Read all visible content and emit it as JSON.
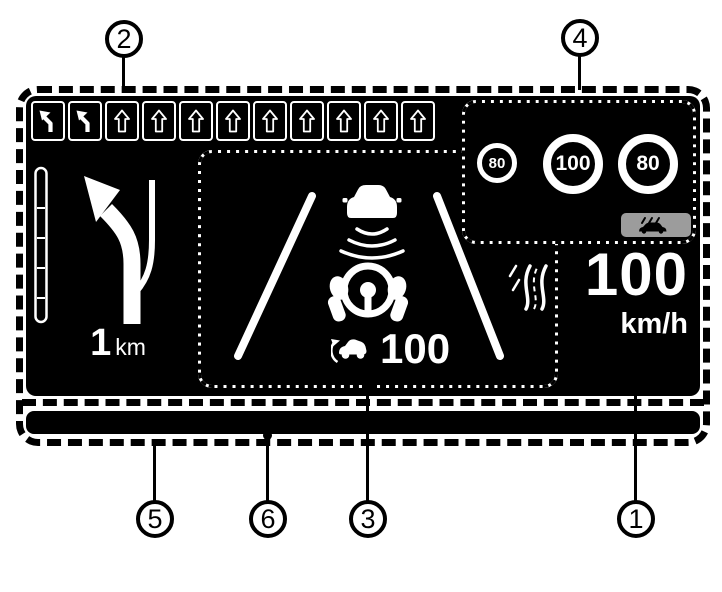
{
  "callouts": [
    "1",
    "2",
    "3",
    "4",
    "5",
    "6"
  ],
  "display": {
    "lane_guidance": {
      "arrows": [
        "fork-left",
        "fork-left",
        "straight",
        "straight",
        "straight",
        "straight",
        "straight",
        "straight",
        "straight",
        "straight",
        "straight"
      ]
    },
    "navigation": {
      "distance": "1",
      "unit": "km"
    },
    "assist": {
      "set_speed": "100"
    },
    "speed_limits": [
      "80",
      "100",
      "80"
    ],
    "speed": {
      "value": "100",
      "unit": "km/h"
    }
  },
  "colors": {
    "display_bg": "#000000",
    "display_fg": "#ffffff",
    "badge_bg": "#9c9c9c",
    "outline": "#000000"
  }
}
